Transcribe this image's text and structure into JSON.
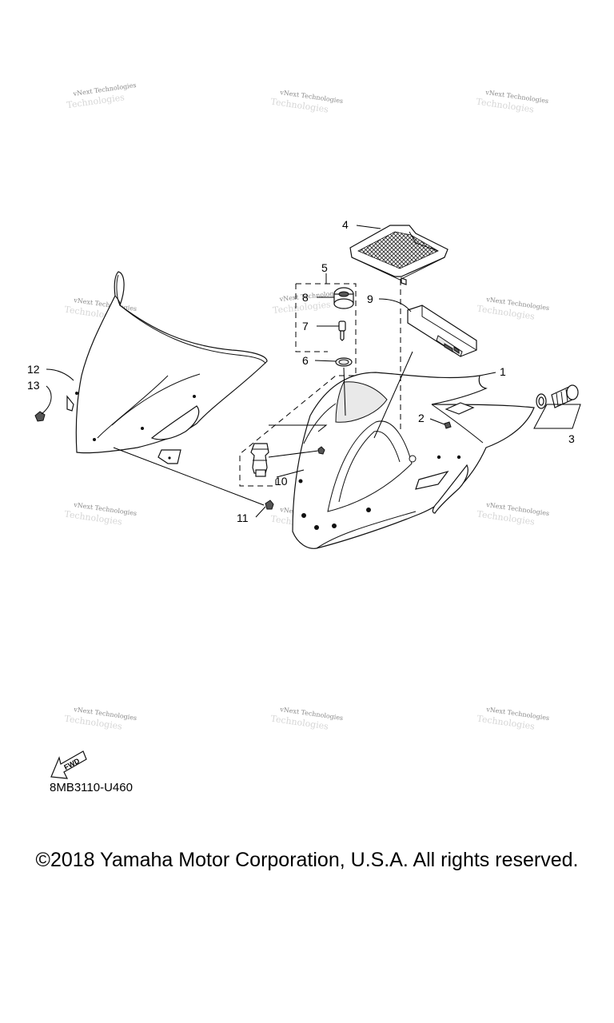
{
  "watermark": {
    "line1": "vNext Technologies",
    "line2": "Technologies"
  },
  "callouts": {
    "c1": "1",
    "c2": "2",
    "c3": "3",
    "c4": "4",
    "c5": "5",
    "c6": "6",
    "c7": "7",
    "c8": "8",
    "c9": "9",
    "c10": "10",
    "c11": "11",
    "c12": "12",
    "c13": "13"
  },
  "fwd_label": "FWD",
  "diagram_code": "8MB3110-U460",
  "copyright": "©2018 Yamaha Motor Corporation, U.S.A. All rights reserved."
}
